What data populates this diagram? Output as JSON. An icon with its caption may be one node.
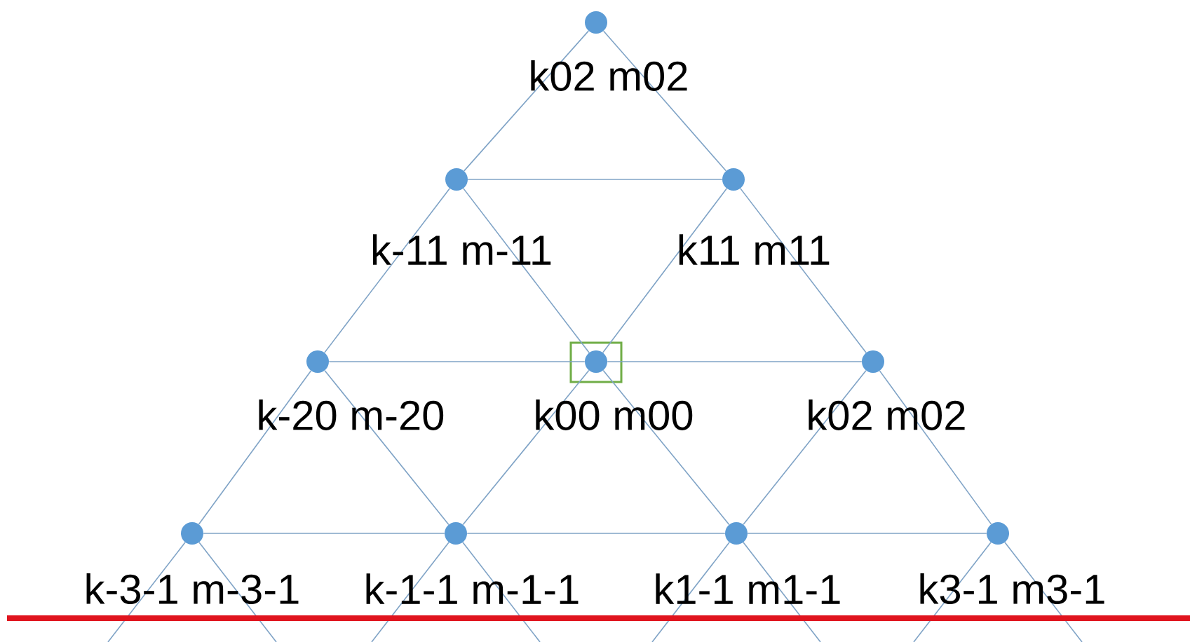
{
  "diagram": {
    "nodes": [
      {
        "text": [],
        "shape": "circle"
      },
      {
        "text": [],
        "shape": "circle"
      },
      {
        "text": [],
        "shape": "circle"
      },
      {
        "text": [],
        "shape": "circle"
      },
      {
        "text": [],
        "shape": "circle"
      },
      {
        "text": [],
        "shape": "circle"
      },
      {
        "text": [],
        "shape": "circle"
      },
      {
        "text": [],
        "shape": "circle"
      },
      {
        "text": [],
        "shape": "circle"
      },
      {
        "text": [],
        "shape": "circle"
      }
    ],
    "edges": [
      {
        "from": 0,
        "to": 1,
        "arrow": "none"
      },
      {
        "from": 0,
        "to": 2,
        "arrow": "none"
      },
      {
        "from": 1,
        "to": 2,
        "arrow": "none"
      },
      {
        "from": 1,
        "to": 3,
        "arrow": "none"
      },
      {
        "from": 1,
        "to": 4,
        "arrow": "none"
      },
      {
        "from": 2,
        "to": 4,
        "arrow": "none"
      },
      {
        "from": 2,
        "to": 5,
        "arrow": "none"
      },
      {
        "from": 3,
        "to": 4,
        "arrow": "none"
      },
      {
        "from": 4,
        "to": 5,
        "arrow": "none"
      },
      {
        "from": 3,
        "to": 6,
        "arrow": "none"
      },
      {
        "from": 3,
        "to": 7,
        "arrow": "none"
      },
      {
        "from": 4,
        "to": 7,
        "arrow": "none"
      },
      {
        "from": 4,
        "to": 8,
        "arrow": "none"
      },
      {
        "from": 5,
        "to": 8,
        "arrow": "none"
      },
      {
        "from": 5,
        "to": 9,
        "arrow": "none"
      },
      {
        "from": 6,
        "to": 7,
        "arrow": "none"
      },
      {
        "from": 7,
        "to": 8,
        "arrow": "none"
      },
      {
        "from": 8,
        "to": 9,
        "arrow": "none"
      },
      {
        "from": 6,
        "to": null,
        "arrow": "none"
      },
      {
        "from": 6,
        "to": null,
        "arrow": "none"
      },
      {
        "from": 7,
        "to": null,
        "arrow": "none"
      },
      {
        "from": 7,
        "to": null,
        "arrow": "none"
      },
      {
        "from": 8,
        "to": null,
        "arrow": "none"
      },
      {
        "from": 8,
        "to": null,
        "arrow": "none"
      },
      {
        "from": 9,
        "to": null,
        "arrow": "none"
      },
      {
        "from": 9,
        "to": null,
        "arrow": "none"
      }
    ],
    "labels": [
      "k02 m02",
      "k-11 m-11",
      "k11 m11",
      "k-20 m-20",
      "k00 m00",
      "k02 m02",
      "k-3-1 m-3-1",
      "k-1-1 m-1-1",
      "k1-1 m1-1",
      "k3-1 m3-1"
    ]
  }
}
